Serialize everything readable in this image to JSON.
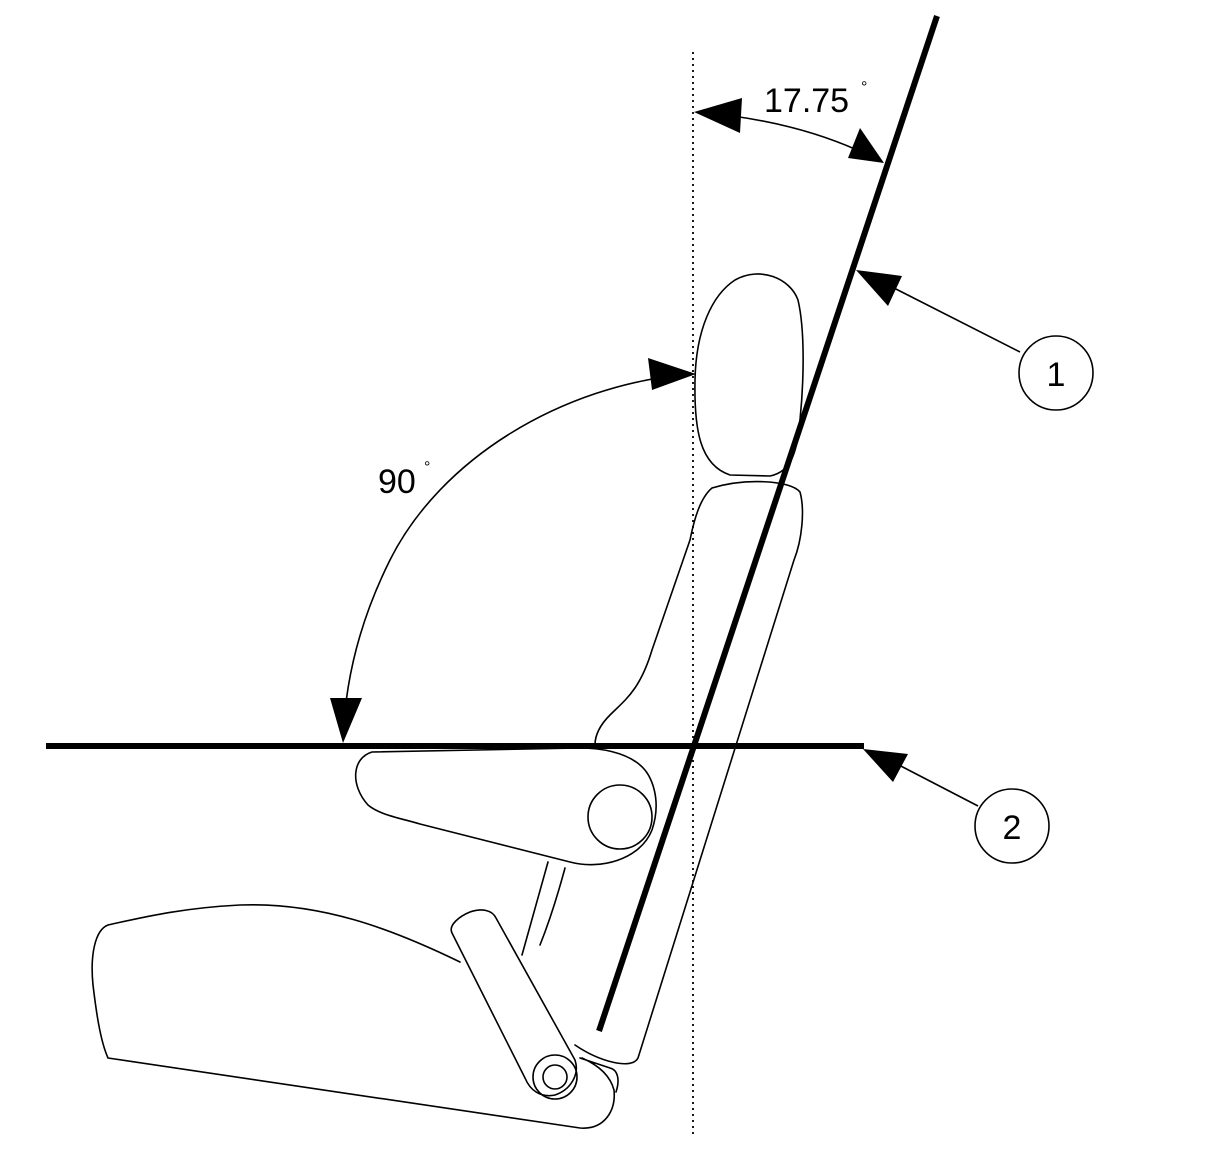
{
  "angles": {
    "top": {
      "value": "17.75",
      "unit": "°"
    },
    "left": {
      "value": "90",
      "unit": "°"
    }
  },
  "callouts": [
    {
      "label": "1"
    },
    {
      "label": "2"
    }
  ]
}
